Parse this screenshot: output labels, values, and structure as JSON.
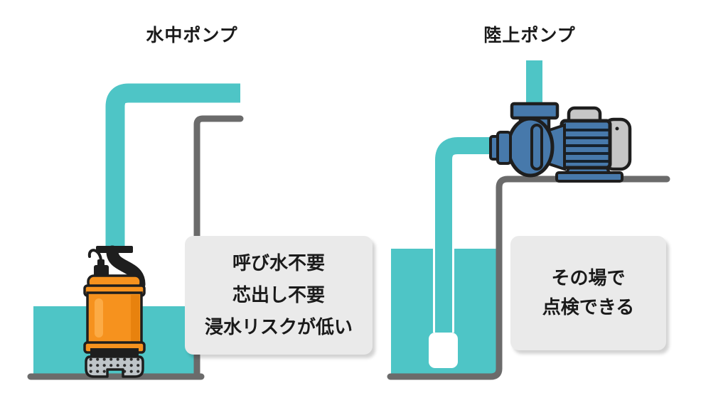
{
  "left_panel": {
    "title": "水中ポンプ",
    "illustration": "submersible-pump-in-water-pit",
    "benefits": [
      "呼び水不要",
      "芯出し不要",
      "浸水リスクが低い"
    ]
  },
  "right_panel": {
    "title": "陸上ポンプ",
    "illustration": "surface-pump-on-ground",
    "benefits": [
      "その場で",
      "点検できる"
    ]
  },
  "colors": {
    "water": "#4EC5C6",
    "pump_orange": "#F6921E",
    "pump_orange_shade": "#E8820E",
    "pump_orange_highlight": "#FCAB45",
    "pump_blue": "#4779AB",
    "pump_gray": "#C6C6C6",
    "strainer_gray": "#BFC5C9",
    "outline_dark": "#1E1E1E",
    "wall_gray": "#6B6B6B",
    "infobox_bg": "#EAEAEA",
    "text": "#1A1A1A",
    "background": "#FFFFFF"
  }
}
